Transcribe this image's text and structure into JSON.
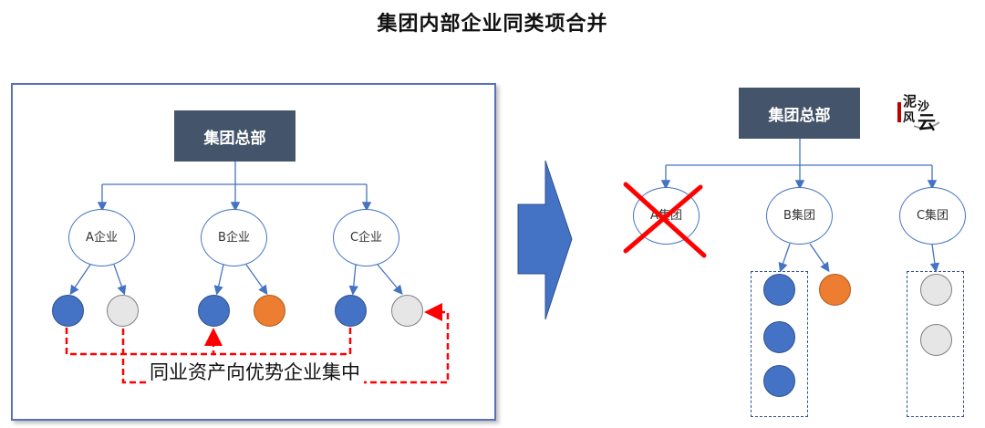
{
  "title": "集团内部企业同类项合并",
  "left": {
    "hq": "集团总部",
    "enterprises": [
      "A企业",
      "B企业",
      "C企业"
    ],
    "note": "同业资产向优势企业集中"
  },
  "right": {
    "hq": "集团总部",
    "enterprises": [
      "A集团",
      "B集团",
      "C集团"
    ]
  },
  "logo": {
    "chars": [
      "泥",
      "沙",
      "风",
      "云"
    ]
  },
  "colors": {
    "hq_fill": "#44546a",
    "blue": "#4472c4",
    "grey": "#e6e6e6",
    "orange": "#ed7d31",
    "arrow": "#4472c4",
    "dashed_red": "#ff0000",
    "cross": "#ff0000"
  }
}
